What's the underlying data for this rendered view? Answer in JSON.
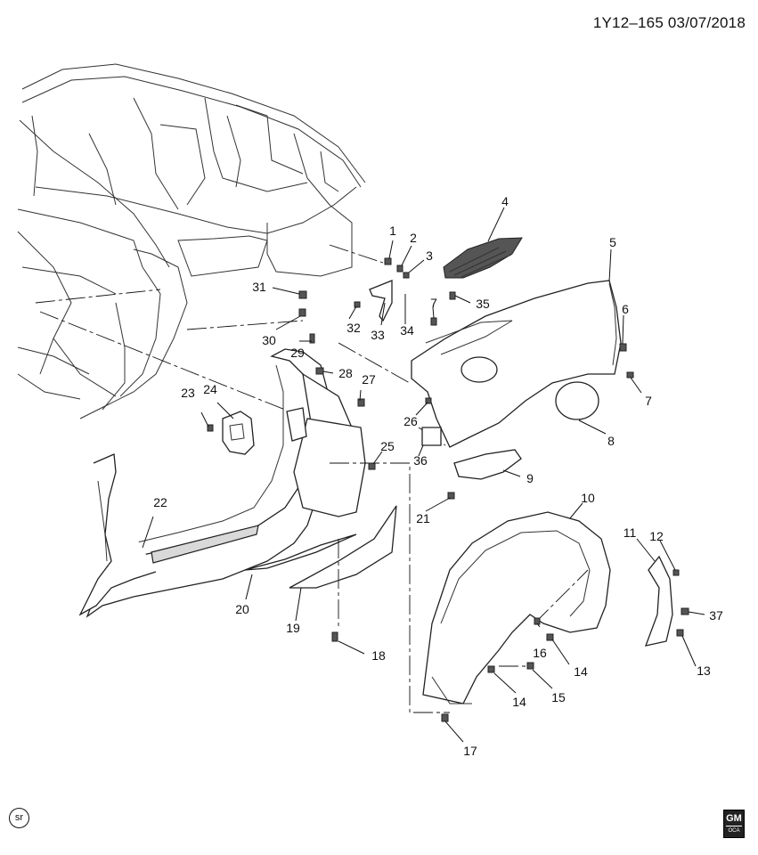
{
  "header": {
    "ref": "1Y12–165  03/07/2018"
  },
  "footer": {
    "sr_mark": "sr",
    "gm_logo": "GM",
    "gm_sub": "OCA"
  },
  "callouts": [
    "1",
    "2",
    "3",
    "4",
    "5",
    "6",
    "7",
    "7",
    "8",
    "9",
    "10",
    "11",
    "12",
    "13",
    "14",
    "14",
    "15",
    "16",
    "17",
    "18",
    "19",
    "20",
    "21",
    "22",
    "23",
    "24",
    "25",
    "26",
    "27",
    "28",
    "29",
    "30",
    "31",
    "32",
    "33",
    "34",
    "35",
    "36",
    "37"
  ]
}
